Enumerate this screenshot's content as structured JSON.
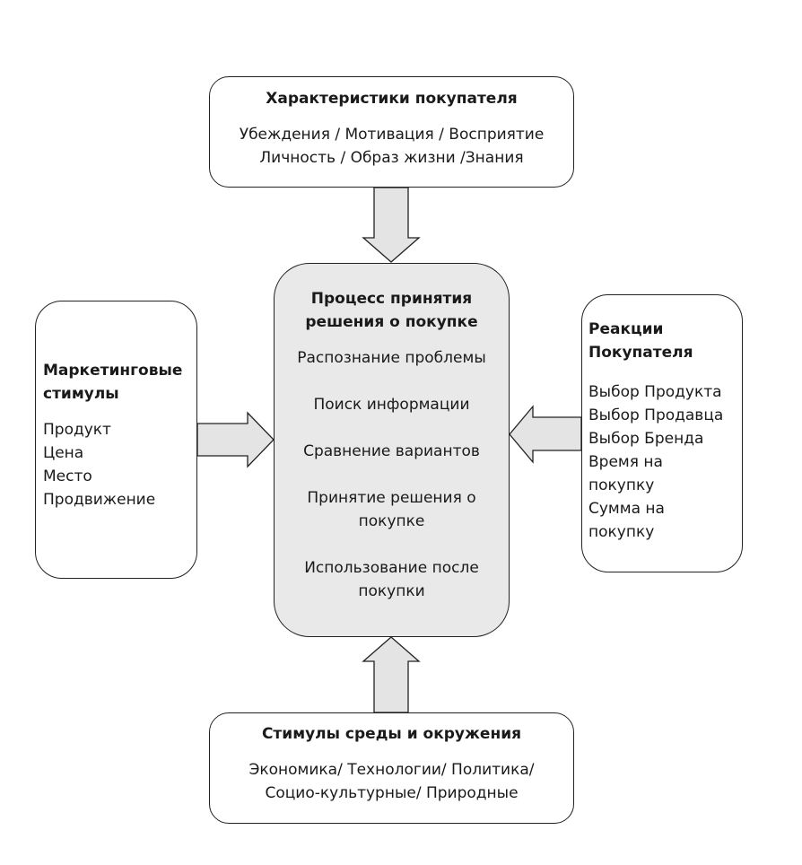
{
  "top_box": {
    "title": "Характеристики покупателя",
    "line1": "Убеждения / Мотивация / Восприятие",
    "line2": "Личность / Образ жизни /Знания"
  },
  "center_box": {
    "title": "Процесс принятия решения о покупке",
    "steps": [
      "Распознание проблемы",
      "Поиск информации",
      "Сравнение вариантов",
      "Принятие решения о покупке",
      "Использование после покупки"
    ]
  },
  "left_box": {
    "title": "Маркетинговые стимулы",
    "items": [
      "Продукт",
      "Цена",
      "Место",
      "Продвижение"
    ]
  },
  "right_box": {
    "title": "Реакции Покупателя",
    "items": [
      "Выбор Продукта",
      "Выбор Продавца",
      "Выбор Бренда",
      "Время на покупку",
      "Сумма на покупку"
    ]
  },
  "bottom_box": {
    "title": "Стимулы среды и окружения",
    "line1": "Экономика/ Технологии/ Политика/",
    "line2": "Социо-культурные/ Природные"
  },
  "colors": {
    "center_fill": "#e9e9e9",
    "arrow_fill": "#e4e4e4",
    "stroke": "#222222"
  }
}
